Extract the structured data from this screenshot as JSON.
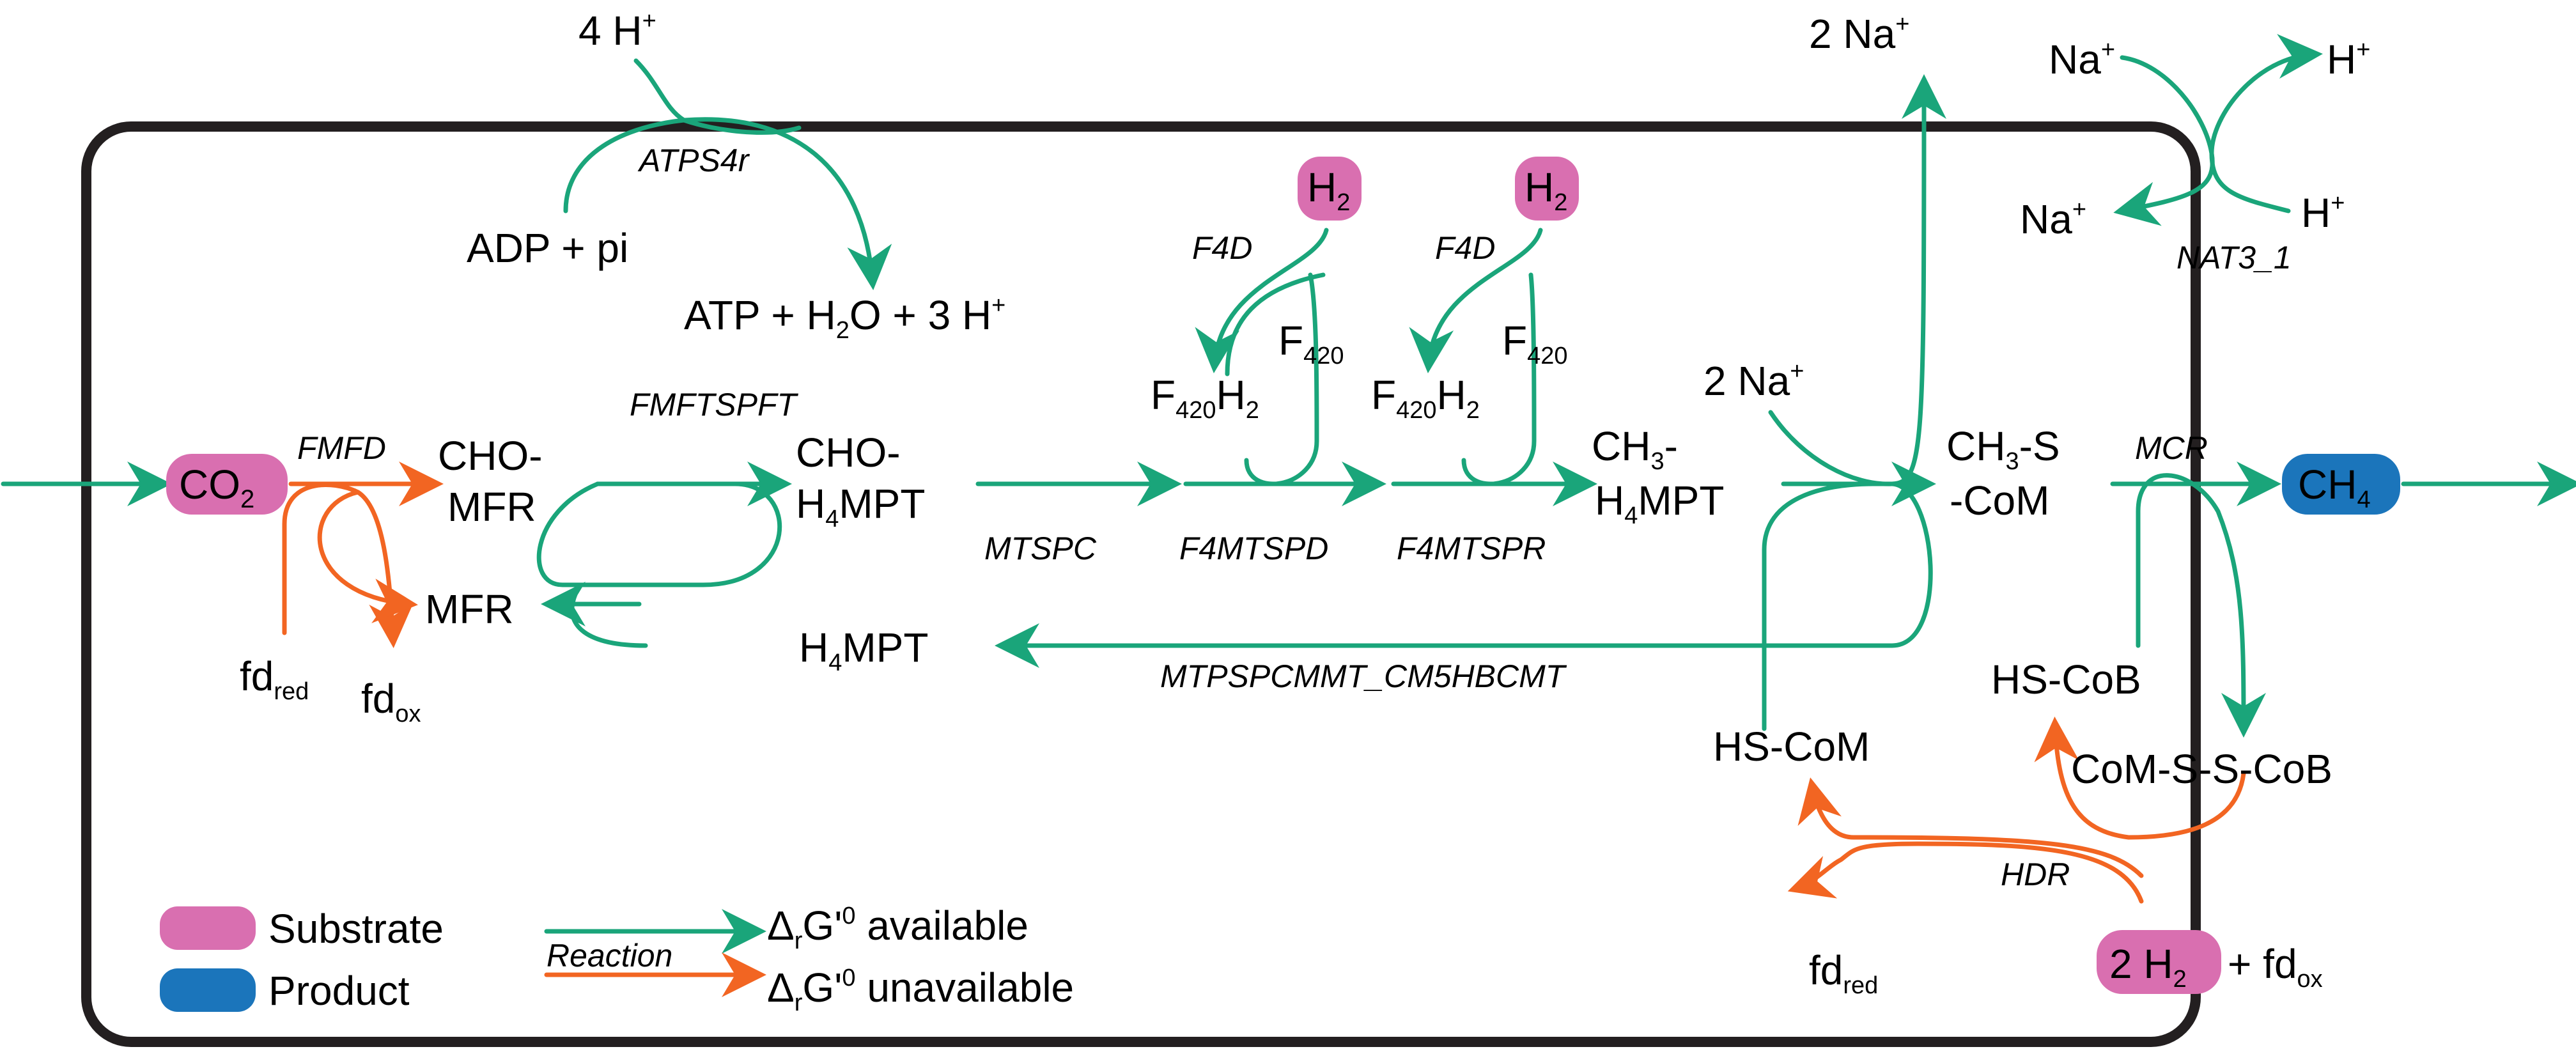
{
  "colors": {
    "available": "#1aa57a",
    "unavailable": "#f26522",
    "substrate": "#d96fb0",
    "product": "#1b75bb",
    "cell": "#231f20"
  },
  "metabolites": {
    "co2": [
      "CO",
      "2",
      ""
    ],
    "cho_mfr_1": "CHO-",
    "cho_mfr_2": "MFR",
    "mfr": "MFR",
    "fd_red_left": [
      "fd",
      "red"
    ],
    "fd_ox_left": [
      "fd",
      "ox"
    ],
    "cho_h4mpt_1": "CHO-",
    "cho_h4mpt_2": [
      "H",
      "4",
      "MPT"
    ],
    "h4mpt": [
      "H",
      "4",
      "MPT"
    ],
    "h2_a": [
      "H",
      "2"
    ],
    "h2_b": [
      "H",
      "2"
    ],
    "f420_a": [
      "F",
      "420"
    ],
    "f420_b": [
      "F",
      "420"
    ],
    "f420h2_a": [
      "F",
      "420",
      "H",
      "2"
    ],
    "f420h2_b": [
      "F",
      "420",
      "H",
      "2"
    ],
    "ch3_h4mpt_1": [
      "CH",
      "3",
      "-"
    ],
    "ch3_h4mpt_2": [
      "H",
      "4",
      "MPT"
    ],
    "na_in": [
      "2 Na",
      "+"
    ],
    "na_out": [
      "2 Na",
      "+"
    ],
    "ch3_s_com_1": [
      "CH",
      "3",
      "-S"
    ],
    "ch3_s_com_2": "-CoM",
    "ch4": [
      "CH",
      "4"
    ],
    "hs_com": "HS-CoM",
    "hs_cob": "HS-CoB",
    "com_s_s_cob": "CoM-S-S-CoB",
    "fd_red_right": [
      "fd",
      "red"
    ],
    "two_h2": [
      "2 H",
      "2"
    ],
    "plus_fd_ox": [
      "+ fd",
      "ox"
    ],
    "four_h": [
      "4 H",
      "+"
    ],
    "adp_pi": "ADP + pi",
    "atp_line": [
      "ATP + H",
      "2",
      "O + 3 H",
      "+"
    ],
    "na_top": [
      "Na",
      "+"
    ],
    "h_top": [
      "H",
      "+"
    ],
    "na_bottom": [
      "Na",
      "+"
    ],
    "h_bottom": [
      "H",
      "+"
    ]
  },
  "reactions": {
    "atps4r": "ATPS4r",
    "fmfd": "FMFD",
    "fmftspft": "FMFTSPFT",
    "mtspc": "MTSPC",
    "f4d_a": "F4D",
    "f4d_b": "F4D",
    "f4mtspd": "F4MTSPD",
    "f4mtspr": "F4MTSPR",
    "mtpspcmmt": "MTPSPCMMT_CM5HBCMT",
    "mcr": "MCR",
    "hdr": "HDR",
    "nat3": "NAT3_1"
  },
  "legend": {
    "substrate": "Substrate",
    "product": "Product",
    "reaction": "Reaction",
    "available": [
      "Δ",
      "r",
      "G'",
      "0",
      " available"
    ],
    "unavailable": [
      "Δ",
      "r",
      "G'",
      "0",
      " unavailable"
    ]
  }
}
